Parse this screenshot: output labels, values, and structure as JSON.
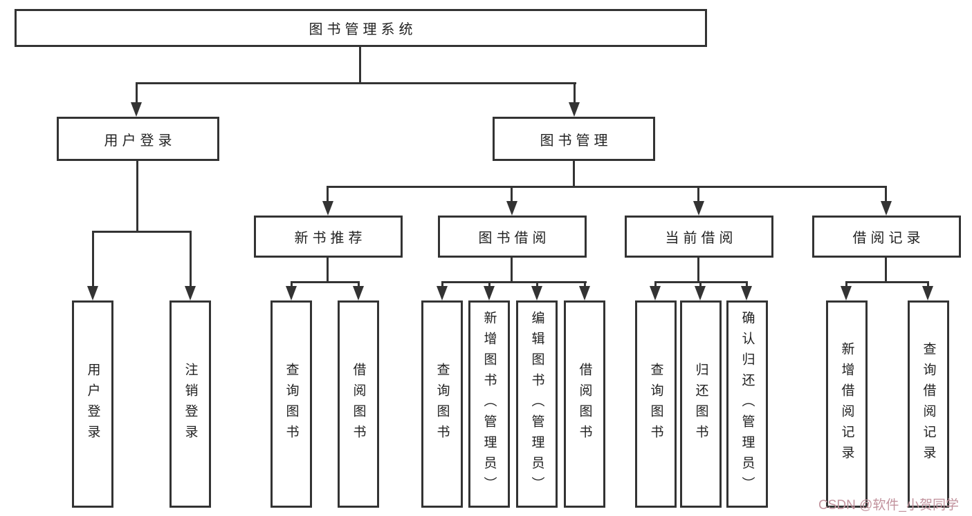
{
  "diagram": {
    "title_node": {
      "label": "图书管理系统"
    },
    "level2": [
      {
        "label": "用户登录"
      },
      {
        "label": "图书管理"
      }
    ],
    "level3": [
      {
        "label": "新书推荐"
      },
      {
        "label": "图书借阅"
      },
      {
        "label": "当前借阅"
      },
      {
        "label": "借阅记录"
      }
    ],
    "leaves": {
      "user_login": [
        {
          "label": "用户登录"
        },
        {
          "label": "注销登录"
        }
      ],
      "new_book_recommend": [
        {
          "label": "查询图书"
        },
        {
          "label": "借阅图书"
        }
      ],
      "book_borrow": [
        {
          "label": "查询图书"
        },
        {
          "label": "新增图书（管理员）"
        },
        {
          "label": "编辑图书（管理员）"
        },
        {
          "label": "借阅图书"
        }
      ],
      "current_borrow": [
        {
          "label": "查询图书"
        },
        {
          "label": "归还图书"
        },
        {
          "label": "确认归还（管理员）"
        }
      ],
      "borrow_records": [
        {
          "label": "新增借阅记录"
        },
        {
          "label": "查询借阅记录"
        }
      ]
    },
    "watermark": "CSDN @软件_小贺同学",
    "colors": {
      "line": "#333333",
      "text": "#222222",
      "background": "#ffffff",
      "watermark": "#c2939e"
    }
  }
}
